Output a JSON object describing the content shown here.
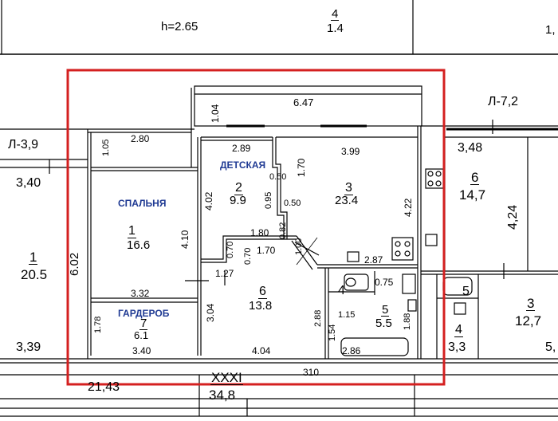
{
  "header": {
    "ceiling": "h=2.65",
    "top_fraction_num": "4",
    "top_fraction_den": "1.4",
    "top_right_partial": "1,"
  },
  "rooms": {
    "bedroom": {
      "label": "СПАЛЬНЯ",
      "num": "1",
      "area": "16.6"
    },
    "kids": {
      "label": "ДЕТСКАЯ",
      "num": "2",
      "area": "9.9"
    },
    "room3": {
      "num": "3",
      "area": "23.4"
    },
    "wardrobe": {
      "label": "ГАРДЕРОБ",
      "num": "7",
      "area": "6.1"
    },
    "hall": {
      "num": "6",
      "area": "13.8"
    },
    "wc": {
      "num": "4"
    },
    "bath": {
      "num": "5",
      "area": "5.5"
    }
  },
  "dims": {
    "d647": "6.47",
    "d104": "1.04",
    "d280": "2.80",
    "d105": "1.05",
    "d289": "2.89",
    "d170v": "1.70",
    "d399": "3.99",
    "d402": "4.02",
    "d095": "0.95",
    "d050a": "0.50",
    "d050b": "0.50",
    "d082": "0.82",
    "d100": "1.00",
    "d422": "4.22",
    "d410": "4.10",
    "d180": "1.80",
    "d070a": "0.70",
    "d070b": "0.70",
    "d170h": "1.70",
    "d287": "2.87",
    "d332": "3.32",
    "d127": "1.27",
    "d075": "0.75",
    "d304": "3.04",
    "d288": "2.88",
    "d115": "1.15",
    "d154": "1.54",
    "d188": "1.88",
    "d178": "1.78",
    "d340": "3.40",
    "d404": "4.04",
    "d310": "310",
    "d286": "2.86",
    "d602": "6.02"
  },
  "neighbors": {
    "left_top": "Л-3,9",
    "left_340": "3,40",
    "left_room_num": "1",
    "left_room_area": "20.5",
    "left_339": "3,39",
    "bottom_2143": "21,43",
    "bottom_xxxi": "XXXI",
    "bottom_348": "34,8",
    "right_l72": "Л-7,2",
    "right_348": "3,48",
    "right6_num": "6",
    "right6_area": "14,7",
    "right_424": "4,24",
    "right_5": "5",
    "right3_num": "3",
    "right3_area": "12,7",
    "right4_num": "4",
    "right4_area": "3,3",
    "right_edge": "5,"
  }
}
